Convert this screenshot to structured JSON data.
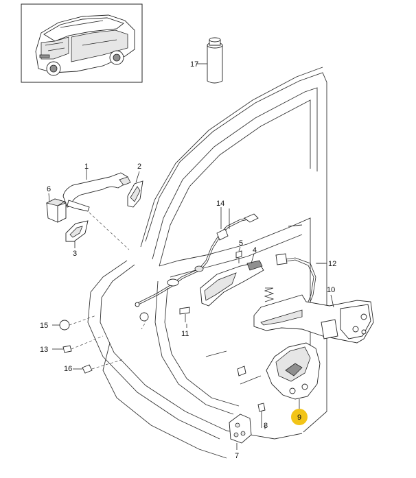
{
  "callouts": {
    "c1": "1",
    "c2": "2",
    "c3": "3",
    "c4": "4",
    "c5": "5",
    "c6": "6",
    "c7": "7",
    "c8": "8",
    "c9": "9",
    "c10": "10",
    "c11": "11",
    "c12": "12",
    "c13": "13",
    "c14": "14",
    "c15": "15",
    "c16": "16",
    "c17": "17"
  },
  "colors": {
    "highlight": "#f2c417",
    "line": "#222222",
    "shade": "#e6e6e6"
  }
}
